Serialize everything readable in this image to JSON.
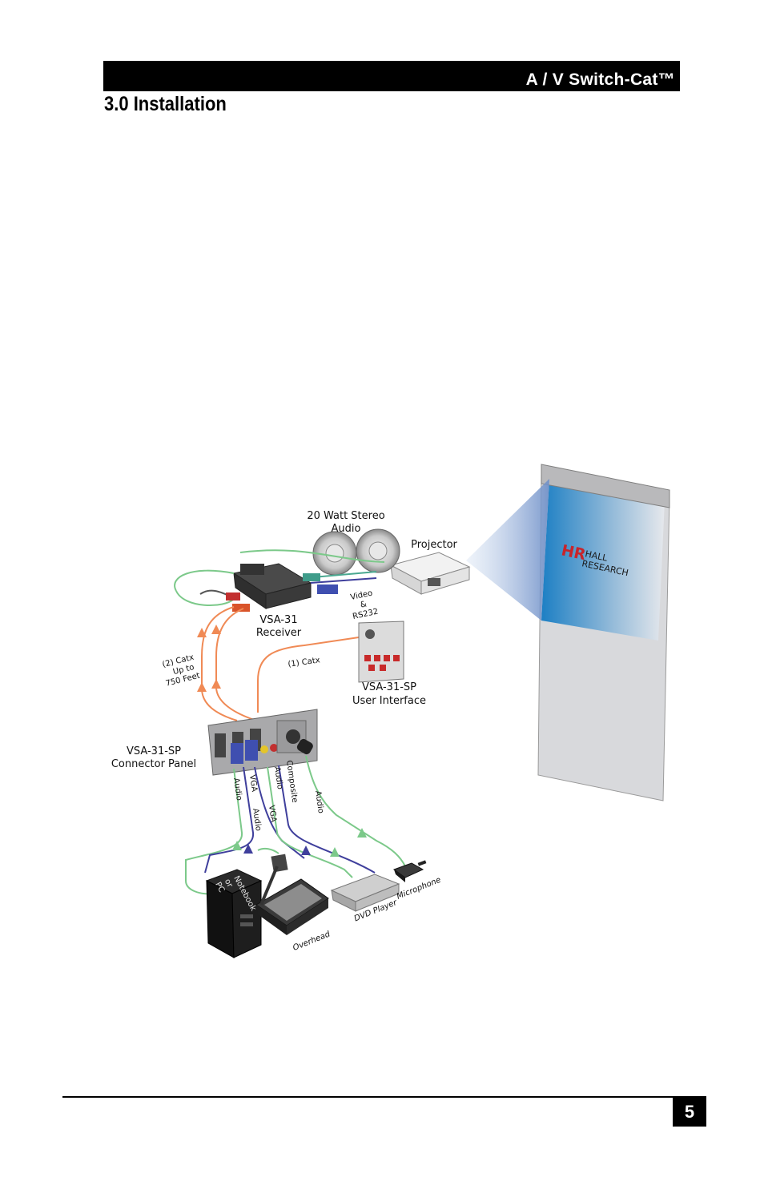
{
  "header": {
    "title": "A / V Switch-Cat™"
  },
  "section": {
    "title": "3.0 Installation"
  },
  "diagram": {
    "screen_logo_mark": "HR",
    "screen_logo_line1": "HALL",
    "screen_logo_line2": "RESEARCH",
    "labels": {
      "speakers_line1": "20 Watt Stereo",
      "speakers_line2": "Audio",
      "projector": "Projector",
      "receiver_line1": "VSA-31",
      "receiver_line2": "Receiver",
      "video_line1": "Video",
      "video_line2": "&",
      "video_line3": "RS232",
      "catx2_line1": "(2) Catx",
      "catx2_line2": "Up to",
      "catx2_line3": "750 Feet",
      "catx1": "(1) Catx",
      "ui_line1": "VSA-31-SP",
      "ui_line2": "User Interface",
      "panel_line1": "VSA-31-SP",
      "panel_line2": "Connector Panel",
      "cable_audio_1": "Audio",
      "cable_vga_1": "VGA",
      "cable_audio_2": "Audio",
      "cable_composite": "Composite",
      "cable_audio_3": "Audio",
      "cable_audio_4": "Audio",
      "cable_vga_2": "VGA",
      "pc_line1": "Notebook",
      "pc_line2": "or",
      "pc_line3": "PC",
      "overhead": "Overhead",
      "dvd": "DVD Player",
      "microphone": "Microphone"
    }
  },
  "footer": {
    "page_number": "5"
  }
}
